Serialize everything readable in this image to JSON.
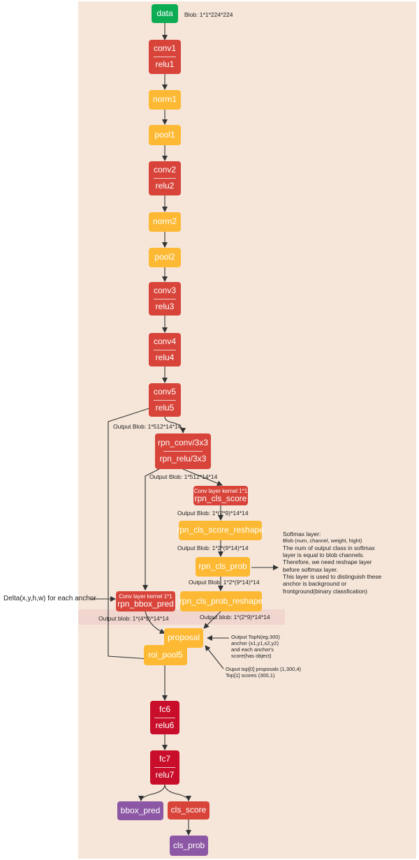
{
  "nodes": {
    "data": "data",
    "conv1": "conv1",
    "relu1": "relu1",
    "norm1": "norm1",
    "pool1": "pool1",
    "conv2": "conv2",
    "relu2": "relu2",
    "norm2": "norm2",
    "pool2": "pool2",
    "conv3": "conv3",
    "relu3": "relu3",
    "conv4": "conv4",
    "relu4": "relu4",
    "conv5": "conv5",
    "relu5": "relu5",
    "rpn_conv": "rpn_conv/3x3",
    "rpn_relu": "rpn_relu/3x3",
    "rpn_cls_score_sub": "Conv layer kernel 1*1",
    "rpn_cls_score": "rpn_cls_score",
    "rpn_cls_score_reshape": "rpn_cls_score_reshape",
    "rpn_cls_prob": "rpn_cls_prob",
    "rpn_cls_prob_reshape": "rpn_cls_prob_reshape",
    "rpn_bbox_pred_sub": "Conv layer kernel 1*1",
    "rpn_bbox_pred": "rpn_bbox_pred",
    "proposal": "proposal",
    "roi_pool5": "roi_pool5",
    "fc6": "fc6",
    "relu6": "relu6",
    "fc7": "fc7",
    "relu7": "relu7",
    "bbox_pred": "bbox_pred",
    "cls_score": "cls_score",
    "cls_prob": "cls_prob"
  },
  "labels": {
    "blob_input": "Blob: 1*1*224*224",
    "out_conv5": "Output Blob: 1*512*14*14",
    "out_rpn_relu": "Output Blob: 1*512*14*14",
    "out_cls_score": "Output Blob: 1*(2*9)*14*14",
    "out_cls_score_reshape": "Output Blob: 1*2*(9*14)*14",
    "out_cls_prob": "Output Blob: 1*2*(9*14)*14",
    "out_bbox_pred": "Output blob: 1*(4*9)*14*14",
    "out_cls_prob_reshape": "Output blob: 1*(2*9)*14*14",
    "delta": "Delta(x,y,h,w) for each anchor"
  },
  "softmax_note": [
    "Softmax layer:",
    "Blob (num, channel, weight, hight)",
    "The num of output class in softmax",
    "layer is equal to blob channels.",
    "Therefore, we need reshape layer",
    "before softmax layer.",
    "This layer is used to distinguish these",
    "anchor is background or",
    "frontground(binary classfication)"
  ],
  "proposal_note": [
    "Output TopN(eg.300)",
    "anchor (x1,y1,x2,y2)",
    "and each anchor's",
    "score(has object)"
  ],
  "output_note": [
    "Ouput top[0]   proposals (1,300,4)",
    "Top[1]   scores (300,1)"
  ],
  "colors": {
    "input": "#0cac53",
    "conv": "#d8443a",
    "fc": "#c80e2a",
    "other_layer": "#fdb933",
    "output_layer": "#8c57a4",
    "background": "#f5e6d9"
  }
}
